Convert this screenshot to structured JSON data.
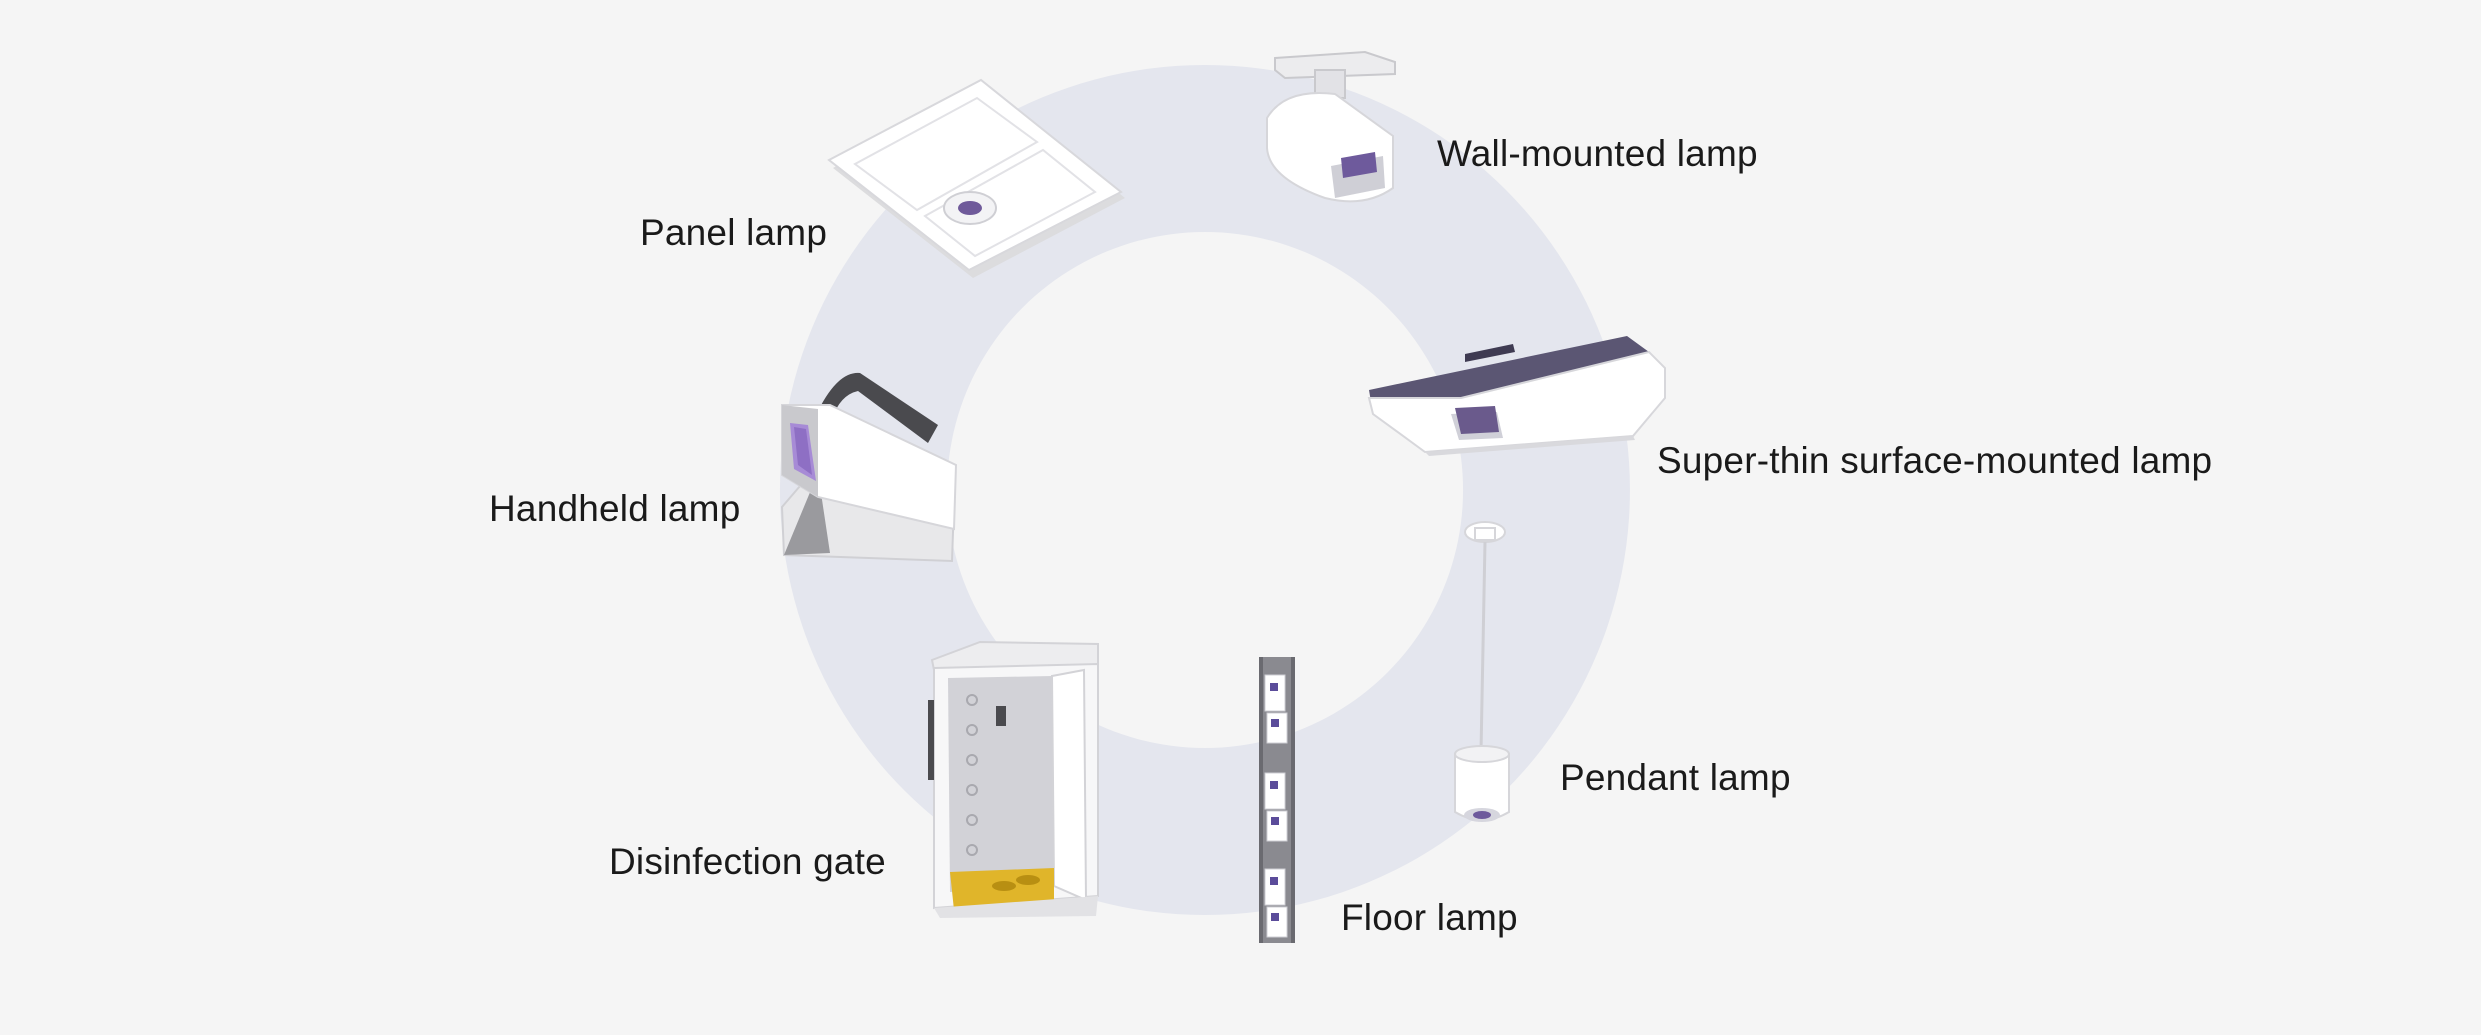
{
  "products": {
    "panel_lamp": "Panel lamp",
    "wall_mounted_lamp": "Wall-mounted lamp",
    "super_thin_lamp": "Super-thin surface-mounted lamp",
    "handheld_lamp": "Handheld lamp",
    "pendant_lamp": "Pendant lamp",
    "disinfection_gate": "Disinfection gate",
    "floor_lamp": "Floor lamp"
  },
  "colors": {
    "background": "#f5f5f5",
    "ring": "#e4e6ee",
    "uv_accent": "#7d5fa8",
    "device_body": "#ffffff"
  }
}
